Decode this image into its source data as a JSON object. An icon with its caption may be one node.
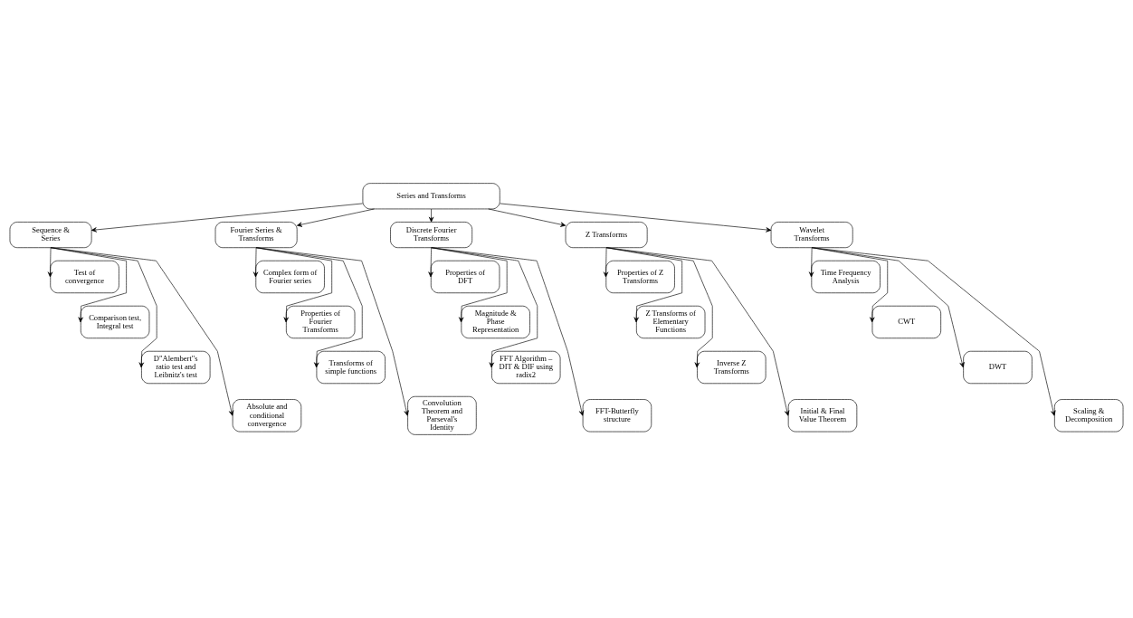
{
  "diagram": {
    "nodes": [
      {
        "text": [
          "Series and Transforms"
        ]
      },
      {
        "text": [
          "Sequence & Series"
        ]
      },
      {
        "text": [
          "Fourier Series & Transforms"
        ]
      },
      {
        "text": [
          "Discrete Fourier Transforms"
        ]
      },
      {
        "text": [
          "Z Transforms"
        ]
      },
      {
        "text": [
          "Wavelet Transforms"
        ]
      },
      {
        "text": [
          "Test of convergence"
        ]
      },
      {
        "text": [
          "Comparison test, Integral test"
        ]
      },
      {
        "text": [
          "D\"Alembert\"s ratio test and Leibnitz's test"
        ]
      },
      {
        "text": [
          "Absolute and conditional convergence"
        ]
      },
      {
        "text": [
          "Complex form of Fourier series"
        ]
      },
      {
        "text": [
          "Properties of Fourier Transforms"
        ]
      },
      {
        "text": [
          "Transforms of simple functions"
        ]
      },
      {
        "text": [
          "Convolution Theorem and Parseval's Identity"
        ]
      },
      {
        "text": [
          "Properties of DFT"
        ]
      },
      {
        "text": [
          "Magnitude & Phase Representation"
        ]
      },
      {
        "text": [
          "FFT Algorithm – DIT & DIF using radix2"
        ]
      },
      {
        "text": [
          "FFT-Butterfly structure"
        ]
      },
      {
        "text": [
          "Properties of Z Transforms"
        ]
      },
      {
        "text": [
          "Z Transforms of Elementary Functions"
        ]
      },
      {
        "text": [
          "Inverse Z Transforms"
        ]
      },
      {
        "text": [
          "Initial & Final Value Theorem"
        ]
      },
      {
        "text": [
          "Time Frequency Analysis"
        ]
      },
      {
        "text": [
          "CWT"
        ]
      },
      {
        "text": [
          "DWT"
        ]
      },
      {
        "text": [
          "Scaling & Decomposition"
        ]
      }
    ],
    "edges": [
      {
        "from": 0,
        "to": 1,
        "arrow": "to"
      },
      {
        "from": 0,
        "to": 2,
        "arrow": "to"
      },
      {
        "from": 0,
        "to": 3,
        "arrow": "to"
      },
      {
        "from": 0,
        "to": 4,
        "arrow": "to"
      },
      {
        "from": 0,
        "to": 5,
        "arrow": "to"
      },
      {
        "from": 1,
        "to": 6,
        "arrow": "to"
      },
      {
        "from": 1,
        "to": 7,
        "arrow": "to"
      },
      {
        "from": 1,
        "to": 8,
        "arrow": "to"
      },
      {
        "from": 1,
        "to": 9,
        "arrow": "to"
      },
      {
        "from": 2,
        "to": 10,
        "arrow": "to"
      },
      {
        "from": 2,
        "to": 11,
        "arrow": "to"
      },
      {
        "from": 2,
        "to": 12,
        "arrow": "to"
      },
      {
        "from": 2,
        "to": 13,
        "arrow": "to"
      },
      {
        "from": 3,
        "to": 14,
        "arrow": "to"
      },
      {
        "from": 3,
        "to": 15,
        "arrow": "to"
      },
      {
        "from": 3,
        "to": 16,
        "arrow": "to"
      },
      {
        "from": 3,
        "to": 17,
        "arrow": "to"
      },
      {
        "from": 4,
        "to": 18,
        "arrow": "to"
      },
      {
        "from": 4,
        "to": 19,
        "arrow": "to"
      },
      {
        "from": 4,
        "to": 20,
        "arrow": "to"
      },
      {
        "from": 4,
        "to": 21,
        "arrow": "to"
      },
      {
        "from": 5,
        "to": 22,
        "arrow": "to"
      },
      {
        "from": 5,
        "to": 23,
        "arrow": "to"
      },
      {
        "from": 5,
        "to": 24,
        "arrow": "to"
      },
      {
        "from": 5,
        "to": 25,
        "arrow": "to"
      }
    ]
  }
}
